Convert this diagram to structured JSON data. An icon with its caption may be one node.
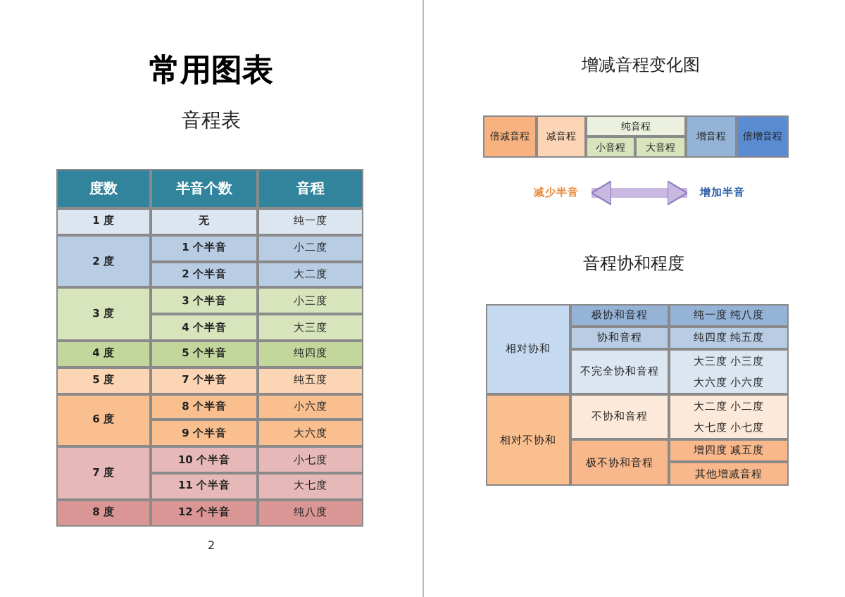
{
  "diagram": {
    "title": "常用图表",
    "nodes": [
      {
        "text": [
          "减少半音"
        ]
      },
      {
        "text": [
          "增加半音"
        ]
      }
    ],
    "edges": [
      {
        "from": 0,
        "to": 1,
        "arrow": "both"
      }
    ],
    "labels": [
      "音程表",
      "度数",
      "半音个数",
      "音程",
      "1 度",
      "无",
      "纯一度",
      "2 度",
      "1 个半音",
      "小二度",
      "2 个半音",
      "大二度",
      "3 度",
      "3 个半音",
      "小三度",
      "4 个半音",
      "大三度",
      "4 度",
      "5 个半音",
      "纯四度",
      "5 度",
      "7 个半音",
      "纯五度",
      "6 度",
      "8 个半音",
      "小六度",
      "9 个半音",
      "大六度",
      "7 度",
      "10 个半音",
      "小七度",
      "11 个半音",
      "大七度",
      "8 度",
      "12 个半音",
      "纯八度",
      "2",
      "增减音程变化图",
      "倍减音程",
      "减音程",
      "纯音程",
      "小音程",
      "大音程",
      "增音程",
      "倍增音程",
      "音程协和程度",
      "相对协和",
      "极协和音程",
      "纯一度 纯八度",
      "协和音程",
      "纯四度 纯五度",
      "不完全协和音程",
      "大三度 小三度",
      "大六度 小六度",
      "相对不协和",
      "不协和音程",
      "大二度 小二度",
      "大七度 小七度",
      "极不协和音程",
      "增四度 减五度",
      "其他增减音程"
    ]
  }
}
